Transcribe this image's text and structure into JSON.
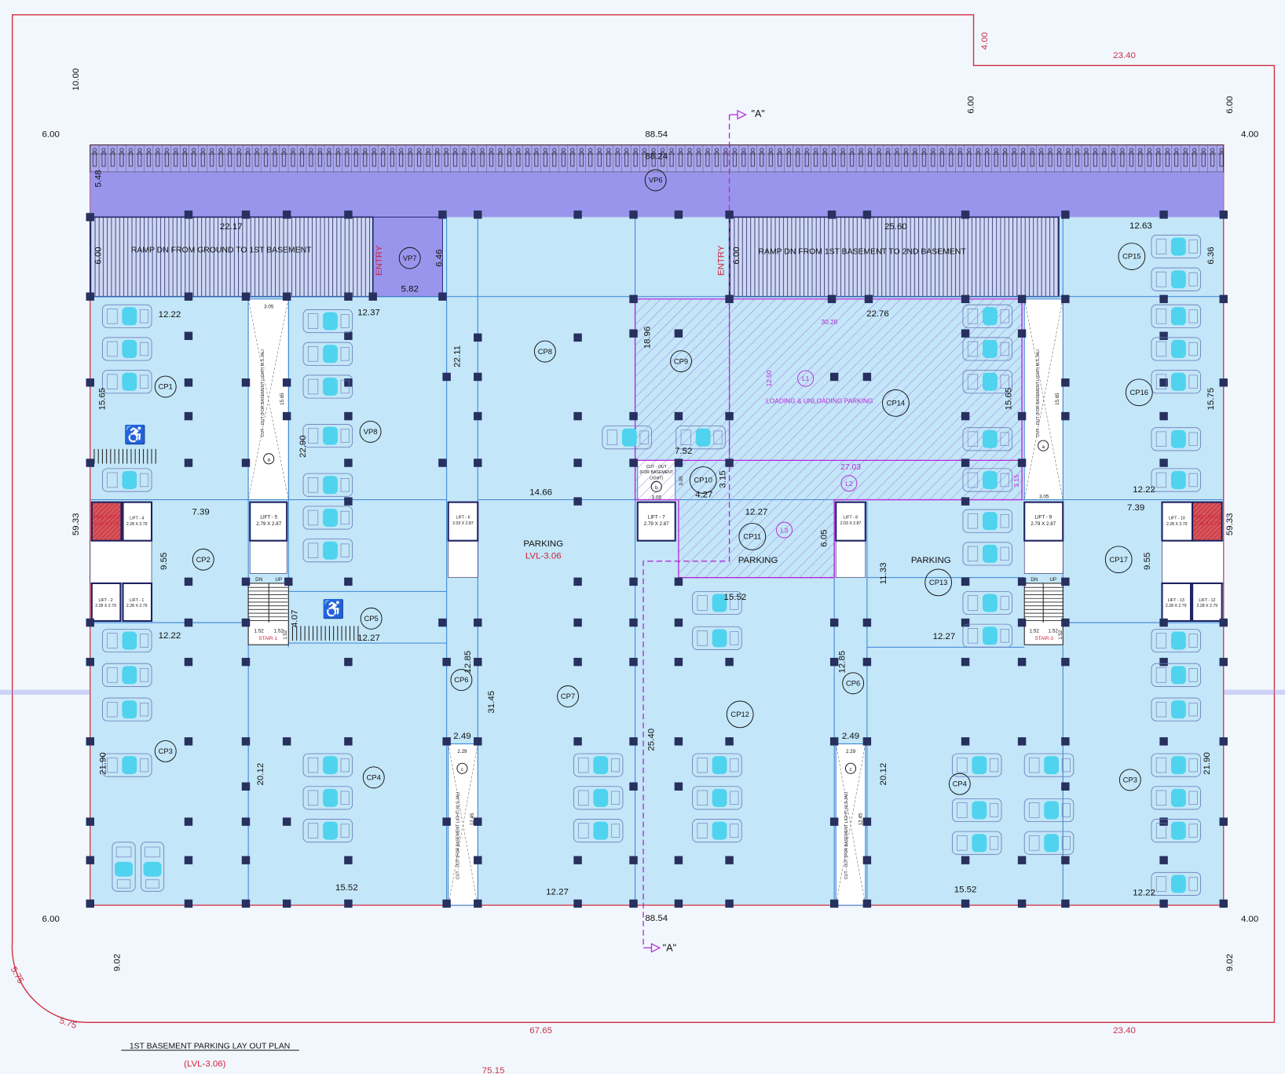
{
  "drawing": {
    "title": "1ST BASEMENT PARKING LAY OUT PLAN",
    "level": "(LVL-3.06)",
    "section_marker": "\"A\"",
    "colors": {
      "boundary": "#d42a3c",
      "purple_zone": "#9a95ec",
      "parking_zone": "#c3e6f8",
      "hatch": "#b42ad8",
      "column": "#27305e",
      "car": "#4fd3ee"
    }
  },
  "labels": {
    "site_top_4_00": "4.00",
    "site_top_23_40": "23.40",
    "site_bottom_67_65": "67.65",
    "site_bottom_23_40": "23.40",
    "site_bottom_75_15": "75.15",
    "site_arc_5_75_a": "5.75",
    "site_arc_5_75_b": "5.75",
    "setback_10_00": "10.00",
    "setback_6_00_tl": "6.00",
    "overall_88_54_top": "88.54",
    "setback_6_00_tm": "6.00",
    "setback_6_00_tr": "6.00",
    "setback_4_00_tr": "4.00",
    "setback_6_00_bl": "6.00",
    "overall_88_54_bottom": "88.54",
    "setback_4_00_br": "4.00",
    "setback_9_02_bl": "9.02",
    "setback_9_02_br": "9.02",
    "depth_59_33_left": "59.33",
    "depth_59_33_right": "59.33",
    "section_top": "\"A\"",
    "section_bottom": "\"A\"",
    "two_wheeler_88_24": "88.24",
    "strip_5_48": "5.48",
    "vp6": "VP6",
    "ramp1_22_17": "22.17",
    "ramp1_label": "RAMP DN  FROM GROUND TO 1ST BASEMENT",
    "ramp1_6_00": "6.00",
    "entry_left": "ENTRY",
    "vp7": "VP7",
    "entry_6_46": "6.46",
    "entry_5_82": "5.82",
    "ramp2_25_60": "25.60",
    "ramp2_label": "RAMP DN FROM 1ST BASEMENT TO 2ND BASEMENT",
    "ramp2_6_00": "6.00",
    "entry_right": "ENTRY",
    "cp15_12_63": "12.63",
    "cp15": "CP15",
    "cp15_6_36": "6.36",
    "cp1_12_22": "12.22",
    "cp1_15_65": "15.65",
    "cp1": "CP1",
    "cutA1_3_05": "3.05",
    "cutA1_text": "CUT - OUT (FOR BASEMENT LIGHT) M.S.JALI",
    "cutA1_15_65": "15.65",
    "cutA1_mark": "a",
    "vp8_12_37": "12.37",
    "vp8": "VP8",
    "vp8_22_90": "22.90",
    "cp8_22_11": "22.11",
    "cp8": "CP8",
    "cp9_18_96": "18.96",
    "cp9": "CP9",
    "load_30_28": "30.28",
    "load_22_76": "22.76",
    "load_12_50": "12.50",
    "l1": "L1",
    "loading_label": "LOADING & UNLOADING PARKING",
    "cp14": "CP14",
    "cp14_15_65": "15.65",
    "cutA2_text": "CUT - OUT (FOR BASEMENT LIGHT) M.S.JALI",
    "cutA2_15_65": "15.65",
    "cutA2_mark": "a",
    "cp16": "CP16",
    "cp16_15_75": "15.75",
    "cp9_7_52": "7.52",
    "cutB_line1": "CUT - OUT",
    "cutB_line2": "(FOR BASEMENT",
    "cutB_line3": "LIGHT)",
    "cutB_mark": "b",
    "cutB_3_05": "3.05",
    "cutB_3_05_v": "3.05",
    "cp10": "CP10",
    "cp10_4_27": "4.27",
    "cp10_3_15": "3.15",
    "load_27_03": "27.03",
    "l2": "L2",
    "load_3_15": "3.15",
    "cp8_14_66": "14.66",
    "cutA2_3_05": "3.05",
    "cp16_12_22": "12.22",
    "cp2_7_39": "7.39",
    "cp17_7_39": "7.39",
    "fire_lift_left_1": "FIRE LIFT-3",
    "fire_lift_left_2": "2.28 X 2.79",
    "lift4_1": "LIFT - 4",
    "lift4_2": "2.28 X 2.79",
    "lift5_1": "LIFT - 5",
    "lift5_2": "2.79 X 2.87",
    "lift6_1": "LIFT - 6",
    "lift6_2": "2.03 X 2.87",
    "lift7_1": "LIFT - 7",
    "lift7_2": "2.79 X 2.87",
    "lift8_1": "LIFT - 8",
    "lift8_2": "2.03 X 2.87",
    "lift9_1": "LIFT - 9",
    "lift9_2": "2.79 X 2.87",
    "lift10_1": "LIFT - 10",
    "lift10_2": "2.28 X 2.79",
    "fire_lift_right_1": "FIRE LIFT-11",
    "fire_lift_right_2": "2.28 X 2.79",
    "lift2_1": "LIFT - 2",
    "lift2_2": "2.28 X 2.79",
    "lift1_1": "LIFT - 1",
    "lift1_2": "2.28 X 2.79",
    "lift13_1": "LIFT - 13",
    "lift13_2": "2.28 X 2.79",
    "lift12_1": "LIFT - 12",
    "lift12_2": "2.28 X 2.79",
    "cp11_12_27": "12.27",
    "l3": "L3",
    "cp11": "CP11",
    "cp11_6_05": "6.05",
    "parking_center": "PARKING",
    "level_center": "LVL-3.06",
    "parking_cp11": "PARKING",
    "parking_cp13": "PARKING",
    "cp13_11_33": "11.33",
    "cp13": "CP13",
    "cp2_9_55": "9.55",
    "cp2": "CP2",
    "cp17": "CP17",
    "cp17_9_55": "9.55",
    "stair1_dn": "DN",
    "stair1_up": "UP",
    "stair1_w1": "1.52",
    "stair1_w2": "1.52",
    "stair1_label": "STAIR-1",
    "stair1_d": "1.52",
    "stair3_dn": "DN",
    "stair3_up": "UP",
    "stair3_w1": "1.52",
    "stair3_w2": "1.52",
    "stair3_label": "STAIR-3",
    "stair3_d": "1.52",
    "cp11_15_52": "15.52",
    "cp5_4_07": "4.07",
    "cp5": "CP5",
    "cp5_12_27": "12.27",
    "cp3_12_22": "12.22",
    "cp13_12_27": "12.27",
    "cp6_12_85": "12.85",
    "cp6_left": "CP6",
    "cp7_31_45": "31.45",
    "cp7": "CP7",
    "cp12_25_40": "25.40",
    "cp12": "CP12",
    "cp6r_12_85": "12.85",
    "cp6_right": "CP6",
    "cutC1_2_49": "2.49",
    "cutC1_2_29": "2.29",
    "cutC1_mark": "c",
    "cutC1_text": "CUT - OUT (FOR BASEMENT LIGHT) M.S.JALI",
    "cutC1_12_45": "12.45",
    "cutC2_2_49": "2.49",
    "cutC2_2_29": "2.29",
    "cutC2_mark": "c",
    "cutC2_text": "CUT - OUT (FOR BASEMENT LIGHT) M.S.JALI",
    "cutC2_12_45": "12.45",
    "cp3_21_90": "21.90",
    "cp3_left": "CP3",
    "cp4_20_12": "20.12",
    "cp4_left": "CP4",
    "cp4r_20_12": "20.12",
    "cp4_right": "CP4",
    "cp3_right": "CP3",
    "cp3r_21_90": "21.90",
    "bot_15_52_l": "15.52",
    "bot_12_27": "12.27",
    "bot_15_52_r": "15.52",
    "bot_12_22": "12.22"
  }
}
